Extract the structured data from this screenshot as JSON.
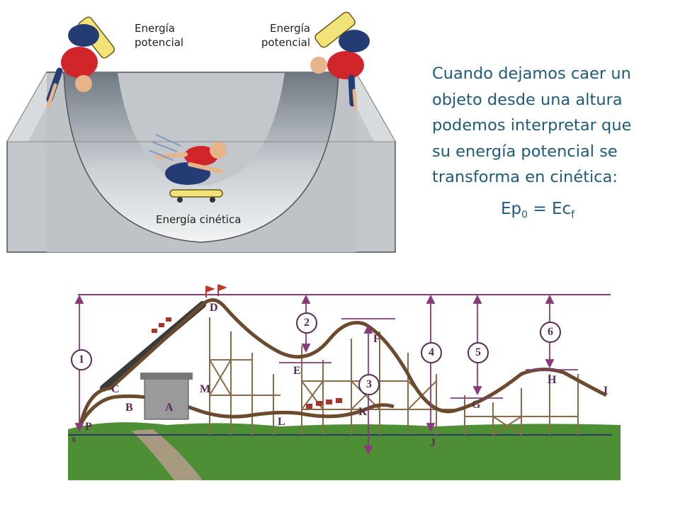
{
  "halfpipe": {
    "caption_left": [
      "Energía",
      "potencial"
    ],
    "caption_right": [
      "Energía",
      "potencial"
    ],
    "caption_bottom": "Energía cinética"
  },
  "explanation": {
    "lines": [
      "Cuando dejamos caer un",
      "objeto desde una altura",
      "podemos interpretar que",
      "su energía potencial se",
      "transforma en cinética:"
    ],
    "formula_left": "Ep",
    "formula_left_sub": "0",
    "formula_eq": " = ",
    "formula_right": "Ec",
    "formula_right_sub": "f"
  },
  "coaster": {
    "points": {
      "A": "A",
      "B": "B",
      "C": "C",
      "D": "D",
      "E": "E",
      "F": "F",
      "G": "G",
      "H": "H",
      "I": "I",
      "J": "J",
      "K": "K",
      "L": "L",
      "M": "M",
      "P": "P",
      "x": "x"
    },
    "heights": [
      "1",
      "2",
      "3",
      "4",
      "5",
      "6"
    ]
  },
  "colors": {
    "text_blue": "#1f5a7a",
    "dimension_purple": "#5a2a52",
    "track_brown": "#6b4a2e",
    "grass_green": "#4e8f35"
  }
}
